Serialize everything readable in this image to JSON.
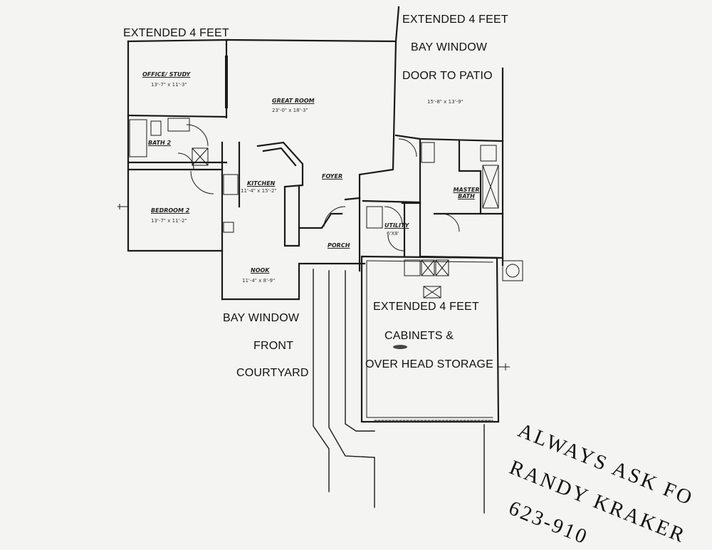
{
  "annotations": {
    "extended_4ft_top_left": "EXTENDED 4 FEET",
    "extended_4ft_top_right": "EXTENDED 4 FEET",
    "bay_window_rear": "BAY WINDOW",
    "door_to_patio": "DOOR TO PATIO",
    "bay_window_front": "BAY WINDOW",
    "front": "FRONT",
    "courtyard": "COURTYARD",
    "extended_4ft_garage": "EXTENDED 4 FEET",
    "cabinets": "CABINETS &",
    "overhead_storage": "OVER HEAD STORAGE"
  },
  "rooms": [
    {
      "id": "office",
      "name": "OFFICE/ STUDY",
      "dims": "13'-7\" x 11'-3\""
    },
    {
      "id": "great-room",
      "name": "GREAT ROOM",
      "dims": "23'-0\" x 18'-3\""
    },
    {
      "id": "master",
      "name": "",
      "dims": "15'-8\" x 13'-9\""
    },
    {
      "id": "bath2",
      "name": "BATH 2",
      "dims": ""
    },
    {
      "id": "kitchen",
      "name": "KITCHEN",
      "dims": "11'-4\" x 15'-2\""
    },
    {
      "id": "foyer",
      "name": "FOYER",
      "dims": ""
    },
    {
      "id": "master-bath",
      "name": "MASTER BATH",
      "dims": ""
    },
    {
      "id": "bedroom2",
      "name": "BEDROOM 2",
      "dims": "13'-7\" x 11'-2\""
    },
    {
      "id": "utility",
      "name": "UTILITY",
      "dims": "6'X8'"
    },
    {
      "id": "porch",
      "name": "PORCH",
      "dims": ""
    },
    {
      "id": "nook",
      "name": "NOOK",
      "dims": "11'-4\" x 8'-9\""
    }
  ],
  "stamp": {
    "line1": "ALWAYS ASK FO",
    "line2": "RANDY KRAKER",
    "line3": "623-910"
  }
}
